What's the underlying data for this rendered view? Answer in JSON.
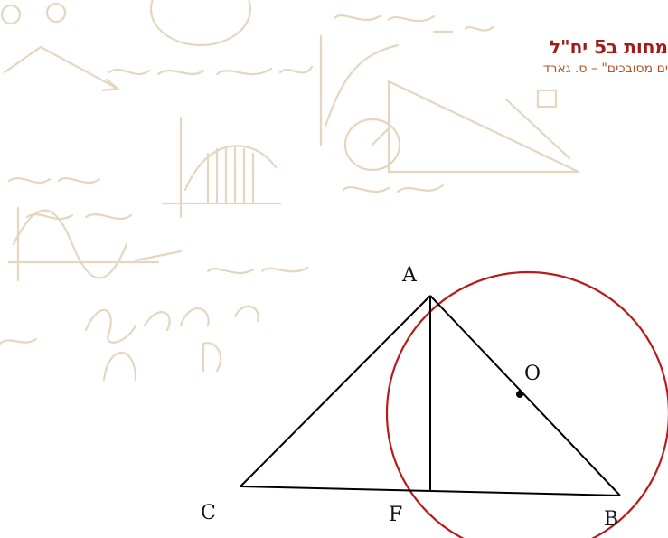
{
  "header": {
    "title": "מחות ב5 יח\"ל",
    "subtitle": "ים מסובכים\" – ס. גארד"
  },
  "diagram": {
    "points": {
      "A": "A",
      "B": "B",
      "C": "C",
      "F": "F",
      "O": "O"
    },
    "colors": {
      "circle": "#b71c1c",
      "lines": "#000000",
      "title": "#a01c1c",
      "subtitle": "#b4552a",
      "sketch": "#e8d9c4"
    }
  }
}
